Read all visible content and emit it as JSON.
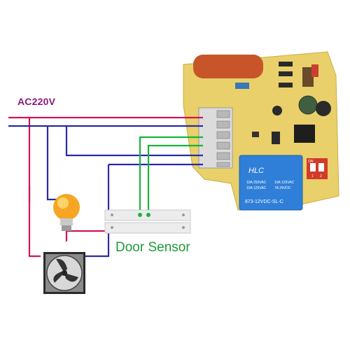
{
  "power_label": "AC220V",
  "door_sensor_label": "Door Sensor",
  "relay": {
    "brand": "HLC",
    "ratings": [
      "10A 250VAC",
      "15A 125VAC",
      "10A 125VAC",
      "7A 24VDC"
    ],
    "model": "873-12VDC-SL-C"
  },
  "dip_switch": {
    "on_label": "ON",
    "numbers": [
      "1",
      "2"
    ]
  },
  "colors": {
    "phase_wire": "#d0145a",
    "neutral_wire": "#2a2aa8",
    "sensor_wire": "#19b43c",
    "board": "#e9d06a",
    "relay": "#2f7fd8",
    "capacitor": "#c8552a"
  },
  "icons": [
    "light-bulb-icon",
    "fan-icon",
    "door-sensor-icon",
    "relay-board-icon"
  ]
}
